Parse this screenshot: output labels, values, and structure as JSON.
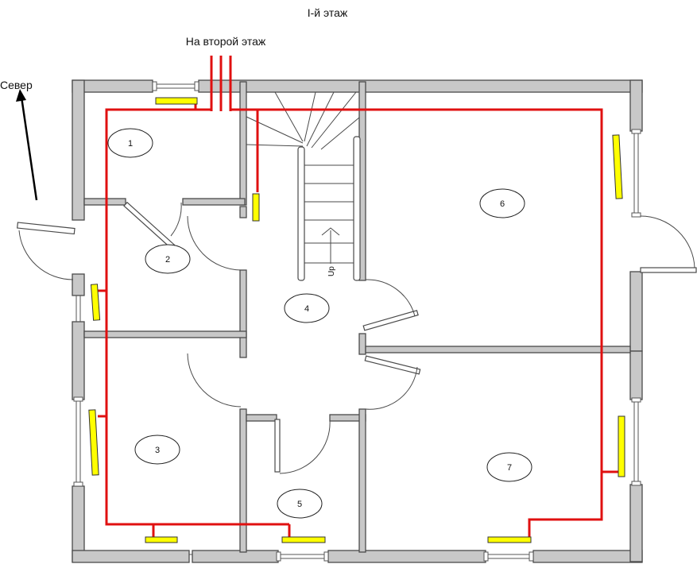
{
  "title": "I-й этаж",
  "upstairs_label": "На второй этаж",
  "north_label": "Север",
  "stairs_label": "Up",
  "rooms": [
    "1",
    "2",
    "3",
    "4",
    "5",
    "6",
    "7"
  ],
  "colors": {
    "heating_pipe": "#e01010",
    "radiator": "#ffff00",
    "wall": "#c8c8c8"
  }
}
